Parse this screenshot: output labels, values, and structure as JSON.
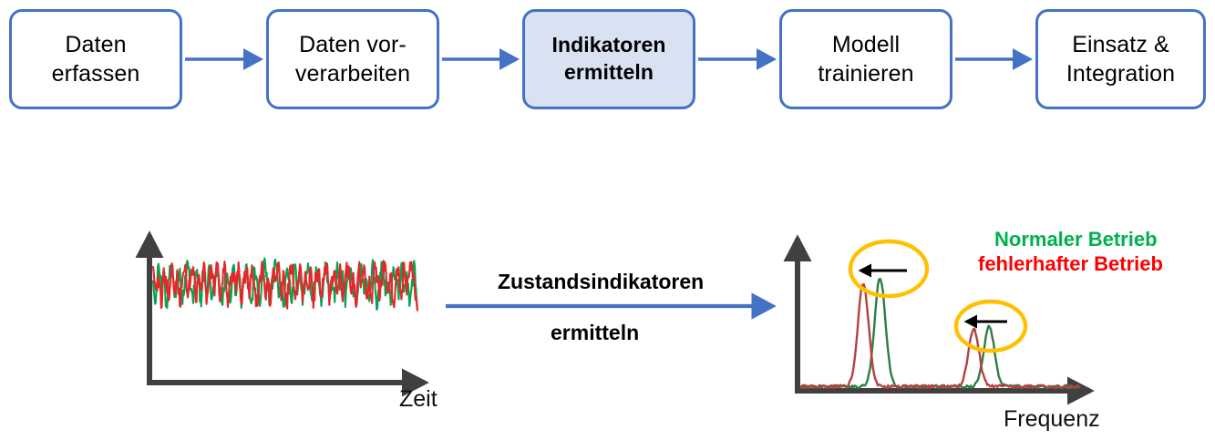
{
  "pipeline": {
    "steps": [
      {
        "id": "daten-erfassen",
        "label": "Daten\nerfassen",
        "highlighted": false
      },
      {
        "id": "daten-vorverarbeiten",
        "label": "Daten vor-\nverarbeiten",
        "highlighted": false
      },
      {
        "id": "indikatoren-ermitteln",
        "label": "Indikatoren\nermitteln",
        "highlighted": true
      },
      {
        "id": "modell-trainieren",
        "label": "Modell\ntrainieren",
        "highlighted": false
      },
      {
        "id": "einsatz-integration",
        "label": "Einsatz &\nIntegration",
        "highlighted": false
      }
    ],
    "connector_count": 4
  },
  "transform": {
    "label_line1": "Zustandsindikatoren",
    "label_line2": "ermitteln"
  },
  "colors": {
    "flow_border": "#4472C4",
    "flow_highlight_fill": "#D9E2F3",
    "arrow_blue": "#4472C4",
    "axis_gray": "#404040",
    "normal_green": "#00A651",
    "fault_red": "#E8262A",
    "legend_green": "#00B050",
    "legend_red": "#FF0000",
    "ellipse_yellow": "#FFC000",
    "annotation_arrow": "#000000"
  },
  "left_chart": {
    "xlabel": "Zeit",
    "ylabel": ""
  },
  "right_chart": {
    "xlabel": "Frequenz",
    "ylabel": "",
    "legend": [
      {
        "label": "Normaler Betrieb",
        "color": "#00B050"
      },
      {
        "label": "fehlerhafter Betrieb",
        "color": "#FF0000"
      }
    ],
    "annotations": [
      {
        "name": "peak-shift-1",
        "shape": "ellipse",
        "arrow": "left"
      },
      {
        "name": "peak-shift-2",
        "shape": "ellipse",
        "arrow": "left"
      }
    ]
  },
  "chart_data": [
    {
      "type": "line",
      "name": "time-domain-signal",
      "title": "",
      "xlabel": "Zeit",
      "ylabel": "",
      "grid": false,
      "legend": "none",
      "xlim": [
        0,
        1
      ],
      "ylim": [
        -1,
        1
      ],
      "series": [
        {
          "name": "Normaler Betrieb",
          "color": "#00A651",
          "values": [
            0.1,
            -0.35,
            0.45,
            -0.15,
            0.3,
            -0.45,
            0.15,
            0.4,
            -0.25,
            0.05,
            0.35,
            -0.4,
            0.2,
            0.48,
            -0.1,
            -0.38,
            0.28,
            0.12,
            -0.45,
            0.33,
            -0.2,
            0.42,
            -0.3,
            0.18,
            0.46,
            -0.15,
            -0.42,
            0.25,
            0.08,
            -0.36,
            0.4,
            -0.22,
            0.3,
            -0.48,
            0.14,
            0.44,
            -0.18,
            -0.3,
            0.36,
            0.1,
            -0.44,
            0.26,
            0.48,
            -0.12,
            -0.34,
            0.2,
            0.42,
            -0.26,
            0.06,
            -0.46,
            0.32,
            0.16,
            -0.38,
            0.44,
            -0.2,
            0.28,
            -0.42,
            0.12,
            0.46,
            -0.16,
            -0.32,
            0.38,
            0.08,
            -0.44,
            0.24,
            0.4,
            -0.28,
            0.18,
            -0.36,
            0.48,
            -0.1,
            0.3,
            -0.46,
            0.14,
            0.36,
            -0.24,
            -0.4,
            0.22,
            0.44,
            -0.18,
            0.1,
            -0.34,
            0.4,
            0.16,
            -0.48,
            0.26,
            0.34,
            -0.22,
            0.06,
            -0.42,
            0.38,
            0.2,
            -0.3,
            0.46,
            -0.14,
            0.28,
            -0.44,
            0.12,
            0.4,
            -0.5
          ]
        },
        {
          "name": "fehlerhafter Betrieb",
          "color": "#E8262A",
          "values": [
            0.4,
            -0.1,
            0.2,
            -0.48,
            0.36,
            0.08,
            -0.3,
            0.46,
            -0.18,
            0.32,
            -0.44,
            0.14,
            0.42,
            -0.26,
            0.1,
            0.38,
            -0.36,
            0.22,
            -0.12,
            0.48,
            -0.4,
            0.16,
            0.3,
            -0.22,
            0.44,
            -0.34,
            0.06,
            0.4,
            -0.46,
            0.18,
            0.26,
            -0.14,
            0.48,
            -0.38,
            0.12,
            0.34,
            -0.28,
            0.42,
            -0.08,
            -0.44,
            0.2,
            0.46,
            -0.24,
            0.14,
            -0.4,
            0.36,
            0.1,
            0.48,
            -0.32,
            0.24,
            -0.46,
            0.18,
            0.4,
            -0.2,
            0.08,
            0.44,
            -0.36,
            0.28,
            -0.1,
            0.38,
            -0.48,
            0.22,
            0.34,
            -0.26,
            0.12,
            0.46,
            -0.42,
            0.16,
            0.3,
            -0.18,
            0.44,
            -0.34,
            0.2,
            0.4,
            -0.12,
            0.26,
            -0.46,
            0.36,
            0.08,
            0.42,
            -0.28,
            0.18,
            -0.38,
            0.48,
            0.1,
            -0.22,
            0.32,
            0.44,
            -0.16,
            0.24,
            -0.42,
            0.14,
            0.38,
            -0.3,
            0.46,
            -0.2,
            0.28,
            0.36,
            -0.12,
            -0.55
          ]
        }
      ]
    },
    {
      "type": "line",
      "name": "frequency-spectrum",
      "title": "",
      "xlabel": "Frequenz",
      "ylabel": "",
      "grid": false,
      "legend": "top-right",
      "xlim": [
        0,
        1
      ],
      "ylim": [
        0,
        1
      ],
      "series": [
        {
          "name": "Normaler Betrieb",
          "color": "#00A651",
          "peaks": [
            {
              "x": 0.285,
              "height": 0.8
            },
            {
              "x": 0.675,
              "height": 0.44
            }
          ]
        },
        {
          "name": "fehlerhafter Betrieb",
          "color": "#E8262A",
          "peaks": [
            {
              "x": 0.225,
              "height": 0.76
            },
            {
              "x": 0.62,
              "height": 0.42
            }
          ]
        }
      ],
      "annotations": [
        {
          "type": "ellipse",
          "cx": 0.255,
          "cy": 0.9,
          "rx": 0.1,
          "ry": 0.11,
          "color": "#FFC000",
          "arrow": "left"
        },
        {
          "type": "ellipse",
          "cx": 0.648,
          "cy": 0.56,
          "rx": 0.09,
          "ry": 0.1,
          "color": "#FFC000",
          "arrow": "left"
        }
      ]
    }
  ]
}
